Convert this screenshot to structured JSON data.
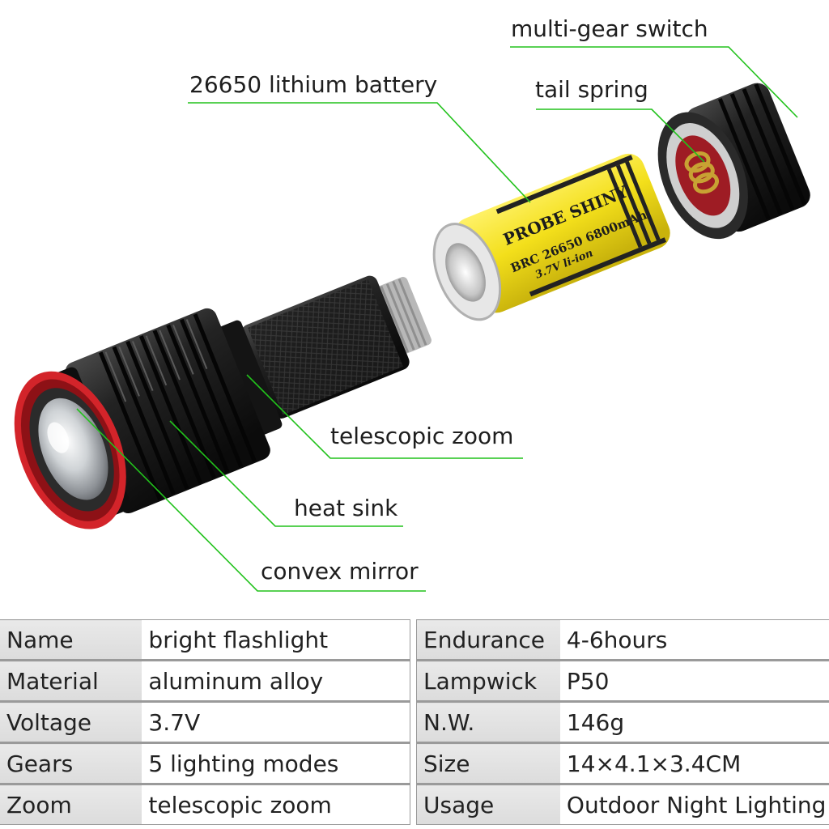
{
  "callouts": {
    "multi_gear_switch": "multi-gear switch",
    "lithium_battery": "26650 lithium battery",
    "tail_spring": "tail spring",
    "telescopic_zoom": "telescopic zoom",
    "heat_sink": "heat sink",
    "convex_mirror": "convex mirror"
  },
  "battery_print": {
    "brand": "PROBE SHINY",
    "model": "BRC 26650 6800mAh",
    "voltage": "3.7V li-ion"
  },
  "specs_left": [
    {
      "label": "Name",
      "value": "bright flashlight"
    },
    {
      "label": "Material",
      "value": "aluminum alloy"
    },
    {
      "label": "Voltage",
      "value": "3.7V"
    },
    {
      "label": "Gears",
      "value": "5 lighting modes"
    },
    {
      "label": "Zoom",
      "value": "telescopic zoom"
    }
  ],
  "specs_right": [
    {
      "label": "Endurance",
      "value": "4-6hours"
    },
    {
      "label": "Lampwick",
      "value": "P50"
    },
    {
      "label": "N.W.",
      "value": "146g"
    },
    {
      "label": "Size",
      "value": "14×4.1×3.4CM"
    },
    {
      "label": "Usage",
      "value": "Outdoor Night Lighting"
    }
  ],
  "colors": {
    "callout_line": "#22c21c",
    "bezel_red": "#d3242a",
    "battery_yellow": "#f4e31e",
    "body_black": "#1b1b1b"
  }
}
